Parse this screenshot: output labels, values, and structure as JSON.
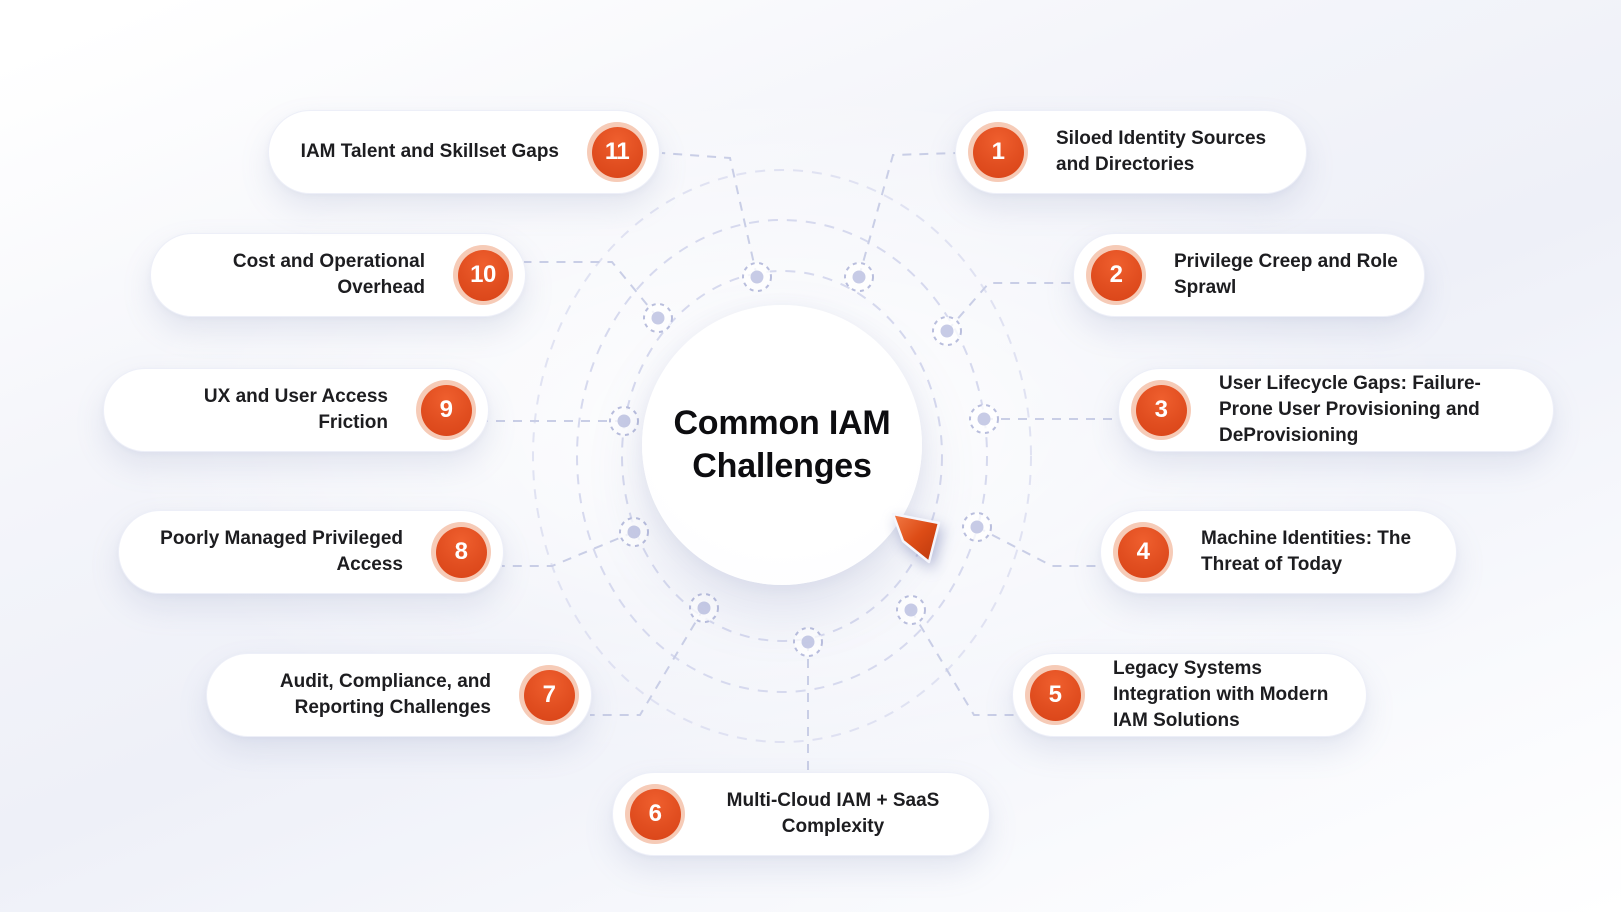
{
  "title": {
    "line1": "Common IAM",
    "line2": "Challenges"
  },
  "items": [
    {
      "number": "1",
      "label": "Siloed Identity Sources and Directories"
    },
    {
      "number": "2",
      "label": "Privilege Creep and Role Sprawl"
    },
    {
      "number": "3",
      "label": "User Lifecycle Gaps: Failure-Prone User Provisioning and DeProvisioning"
    },
    {
      "number": "4",
      "label": "Machine Identities: The Threat of Today"
    },
    {
      "number": "5",
      "label": "Legacy Systems Integration with Modern IAM Solutions"
    },
    {
      "number": "6",
      "label": "Multi-Cloud IAM + SaaS Complexity"
    },
    {
      "number": "7",
      "label": "Audit, Compliance, and Reporting Challenges"
    },
    {
      "number": "8",
      "label": "Poorly Managed Privileged Access"
    },
    {
      "number": "9",
      "label": "UX and User Access Friction"
    },
    {
      "number": "10",
      "label": "Cost and Operational Overhead"
    },
    {
      "number": "11",
      "label": "IAM Talent and Skillset Gaps"
    }
  ],
  "colors": {
    "accent_orange": "#E14E20",
    "orange_halo": "#F6CBB7",
    "dashed_line": "#C9CEE6",
    "node_dot": "#C7CBE6",
    "text": "#1D1D20",
    "card_background": "#FFFFFF"
  }
}
